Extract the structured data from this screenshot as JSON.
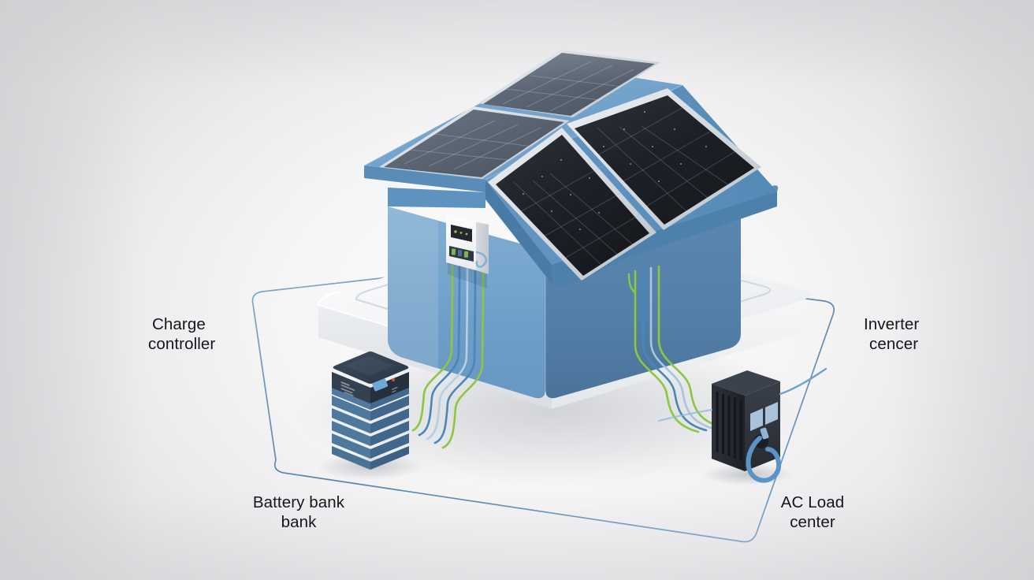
{
  "diagram": {
    "title": "Residential solar energy system isometric diagram",
    "background_color": "#f2f2f3",
    "accent_line_color": "#5b87ad"
  },
  "labels": {
    "charge_controller": {
      "line1": "Charge",
      "line2": "controller"
    },
    "inverter": {
      "line1": "Inverter",
      "line2": "cencer"
    },
    "battery_bank": {
      "line1": "Battery bank",
      "line2": "bank"
    },
    "ac_load_center": {
      "line1": "AC Load",
      "line2": "center"
    }
  },
  "components": {
    "house": {
      "name": "house",
      "wall_color": "#6f9fc8",
      "wall_shadow_color": "#4d7ba3",
      "roof_color": "#5f93c0"
    },
    "platform": {
      "name": "base-platform",
      "color": "#f4f5f6",
      "edge_color": "#dfe2e5"
    },
    "solar_panels": {
      "name": "solar-panel-array",
      "front_panel_color": "#1b1d22",
      "rear_panel_color": "#5a6472",
      "frame_color": "#c8cfd6",
      "count_front": 2,
      "count_rear": 2
    },
    "charge_controller_device": {
      "name": "charge-controller-unit",
      "body_color": "#f3f4f6",
      "screen_color": "#23262c",
      "led_color": "#8ec63f"
    },
    "battery_bank_device": {
      "name": "battery-bank-stack",
      "top_unit_color": "#2f3a48",
      "module_color": "#4b7396",
      "module_count": 6,
      "display_color": "#6fa9d8",
      "led_color": "#e04a3c"
    },
    "ac_load_center_device": {
      "name": "ac-load-center-unit",
      "body_color": "#2b3036",
      "vent_color": "#1a1e23",
      "breaker_color": "#a9c3da",
      "cable_color": "#5a93c4"
    }
  },
  "wiring": {
    "green_cable_color": "#8dc63f",
    "blue_cable_color": "#4a86b8",
    "light_blue_cable_color": "#9fc3dd",
    "left_bundle_count": 4,
    "right_bundle_count": 4
  },
  "callout_path": {
    "name": "callout-connector-diamond",
    "stroke": "#6d9ec6",
    "stroke_width": 1.6
  }
}
